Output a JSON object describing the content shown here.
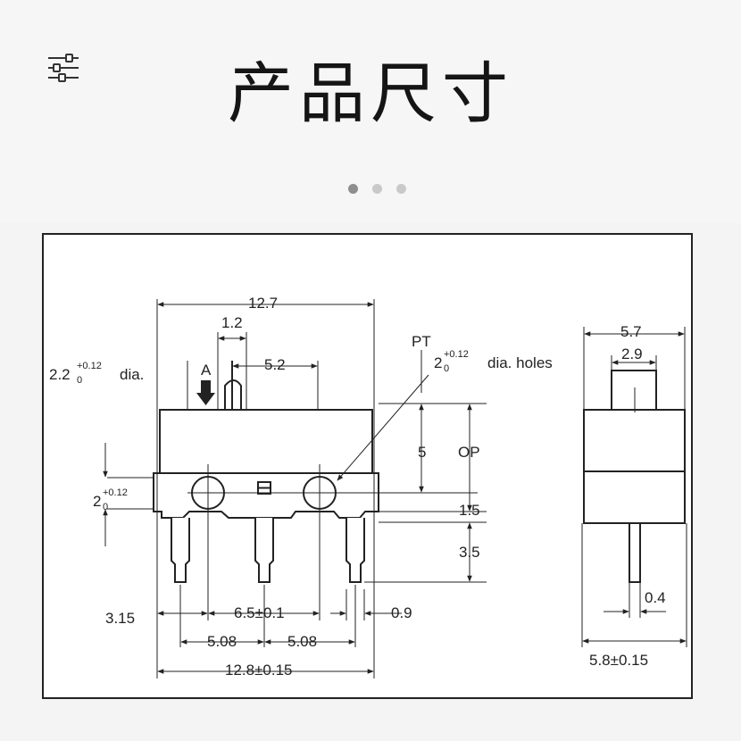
{
  "header": {
    "title": "产品尺寸",
    "filter_icon": "sliders-icon",
    "carousel": {
      "count": 3,
      "active_index": 0
    }
  },
  "colors": {
    "ink": "#222222",
    "panel_bg": "#ffffff",
    "page_bg": "#f4f4f4",
    "dot_active": "#8e8e8e",
    "dot_inactive": "#c9c9c9"
  },
  "front_view": {
    "overall_width": "12.7",
    "actuator_width": "1.2",
    "actuator_offset": "5.2",
    "arrow_label": "A",
    "pt_label": "PT",
    "hole_dim_main": "2",
    "hole_tol": "+0.12",
    "hole_tol_low": "0",
    "holes_suffix": "dia. holes",
    "left_dia_main": "2.2",
    "left_dia_suffix": "dia.",
    "left_hole_main": "2",
    "travel": "5",
    "op_label": "OP",
    "op_height": "1.5",
    "pin_length": "3.5",
    "pin_offset": "3.15",
    "hole_spacing": "6.5±0.1",
    "pin_width": "0.9",
    "pin_pitch_left": "5.08",
    "pin_pitch_right": "5.08",
    "overall_length": "12.8±0.15"
  },
  "side_view": {
    "top_width": "5.7",
    "plunger_width": "2.9",
    "pin_thickness": "0.4",
    "body_width": "5.8±0.15"
  }
}
